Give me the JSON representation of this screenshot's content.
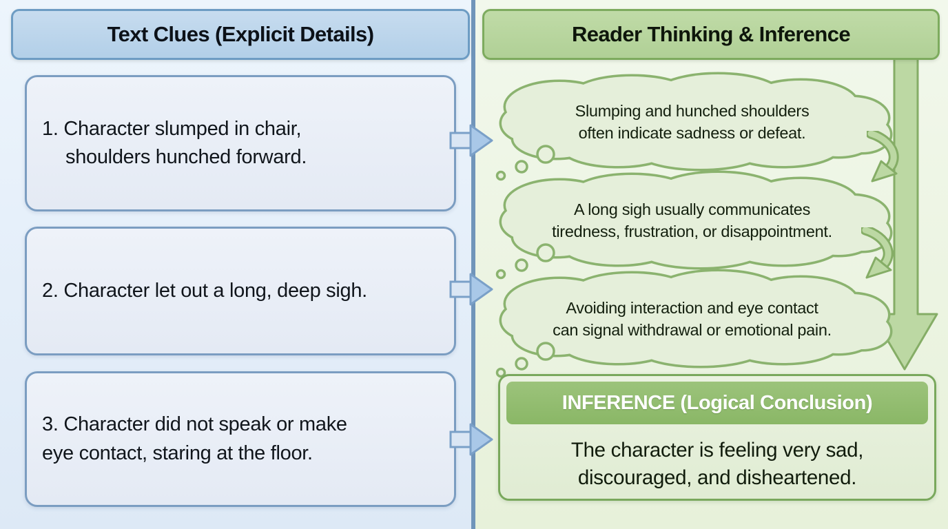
{
  "left": {
    "header": "Text Clues (Explicit Details)",
    "boxes": [
      {
        "text": "1. Character slumped in chair,\nshoulders hunched forward."
      },
      {
        "text": "2. Character let out a long, deep sigh."
      },
      {
        "text": "3. Character did not speak or make\neye contact, staring at the floor."
      }
    ]
  },
  "right": {
    "header": "Reader Thinking & Inference",
    "clouds": [
      {
        "text": "Slumping and hunched shoulders\noften indicate sadness or defeat."
      },
      {
        "text": "A long sigh usually communicates\ntiredness, frustration, or disappointment."
      },
      {
        "text": "Avoiding interaction and eye contact\ncan signal withdrawal or emotional pain."
      }
    ],
    "inference": {
      "header": "INFERENCE (Logical Conclusion)",
      "body": "The character is feeling very sad,\ndiscouraged, and disheartened."
    }
  },
  "icons": {
    "clue_arrows": "right-block-arrow",
    "chain_arrows": "curved-down-arrow",
    "conclusion_arrow": "long-down-arrow",
    "thought_dots": "thought-bubble-dots"
  },
  "colors": {
    "left_background": "#e4eef9",
    "right_background": "#ecf4e2",
    "divider_blue": "#7095ba",
    "left_header_fill": "#b9d3ea",
    "left_header_border": "#6d9cc3",
    "clue_box_fill": "#e9eef6",
    "clue_box_border": "#7b9dc1",
    "blue_arrow_fill": "#a9c8e8",
    "right_header_fill": "#b8d69e",
    "right_header_border": "#7dab5e",
    "cloud_fill": "#e5efda",
    "cloud_border": "#8bb36f",
    "green_arrow_fill": "#bcd8a3",
    "green_arrow_border": "#85ad66",
    "inference_box_fill": "#e5efd9",
    "inference_header_fill": "#92bd70",
    "inference_header_text": "#ffffff",
    "dark_text": "#10151b"
  }
}
